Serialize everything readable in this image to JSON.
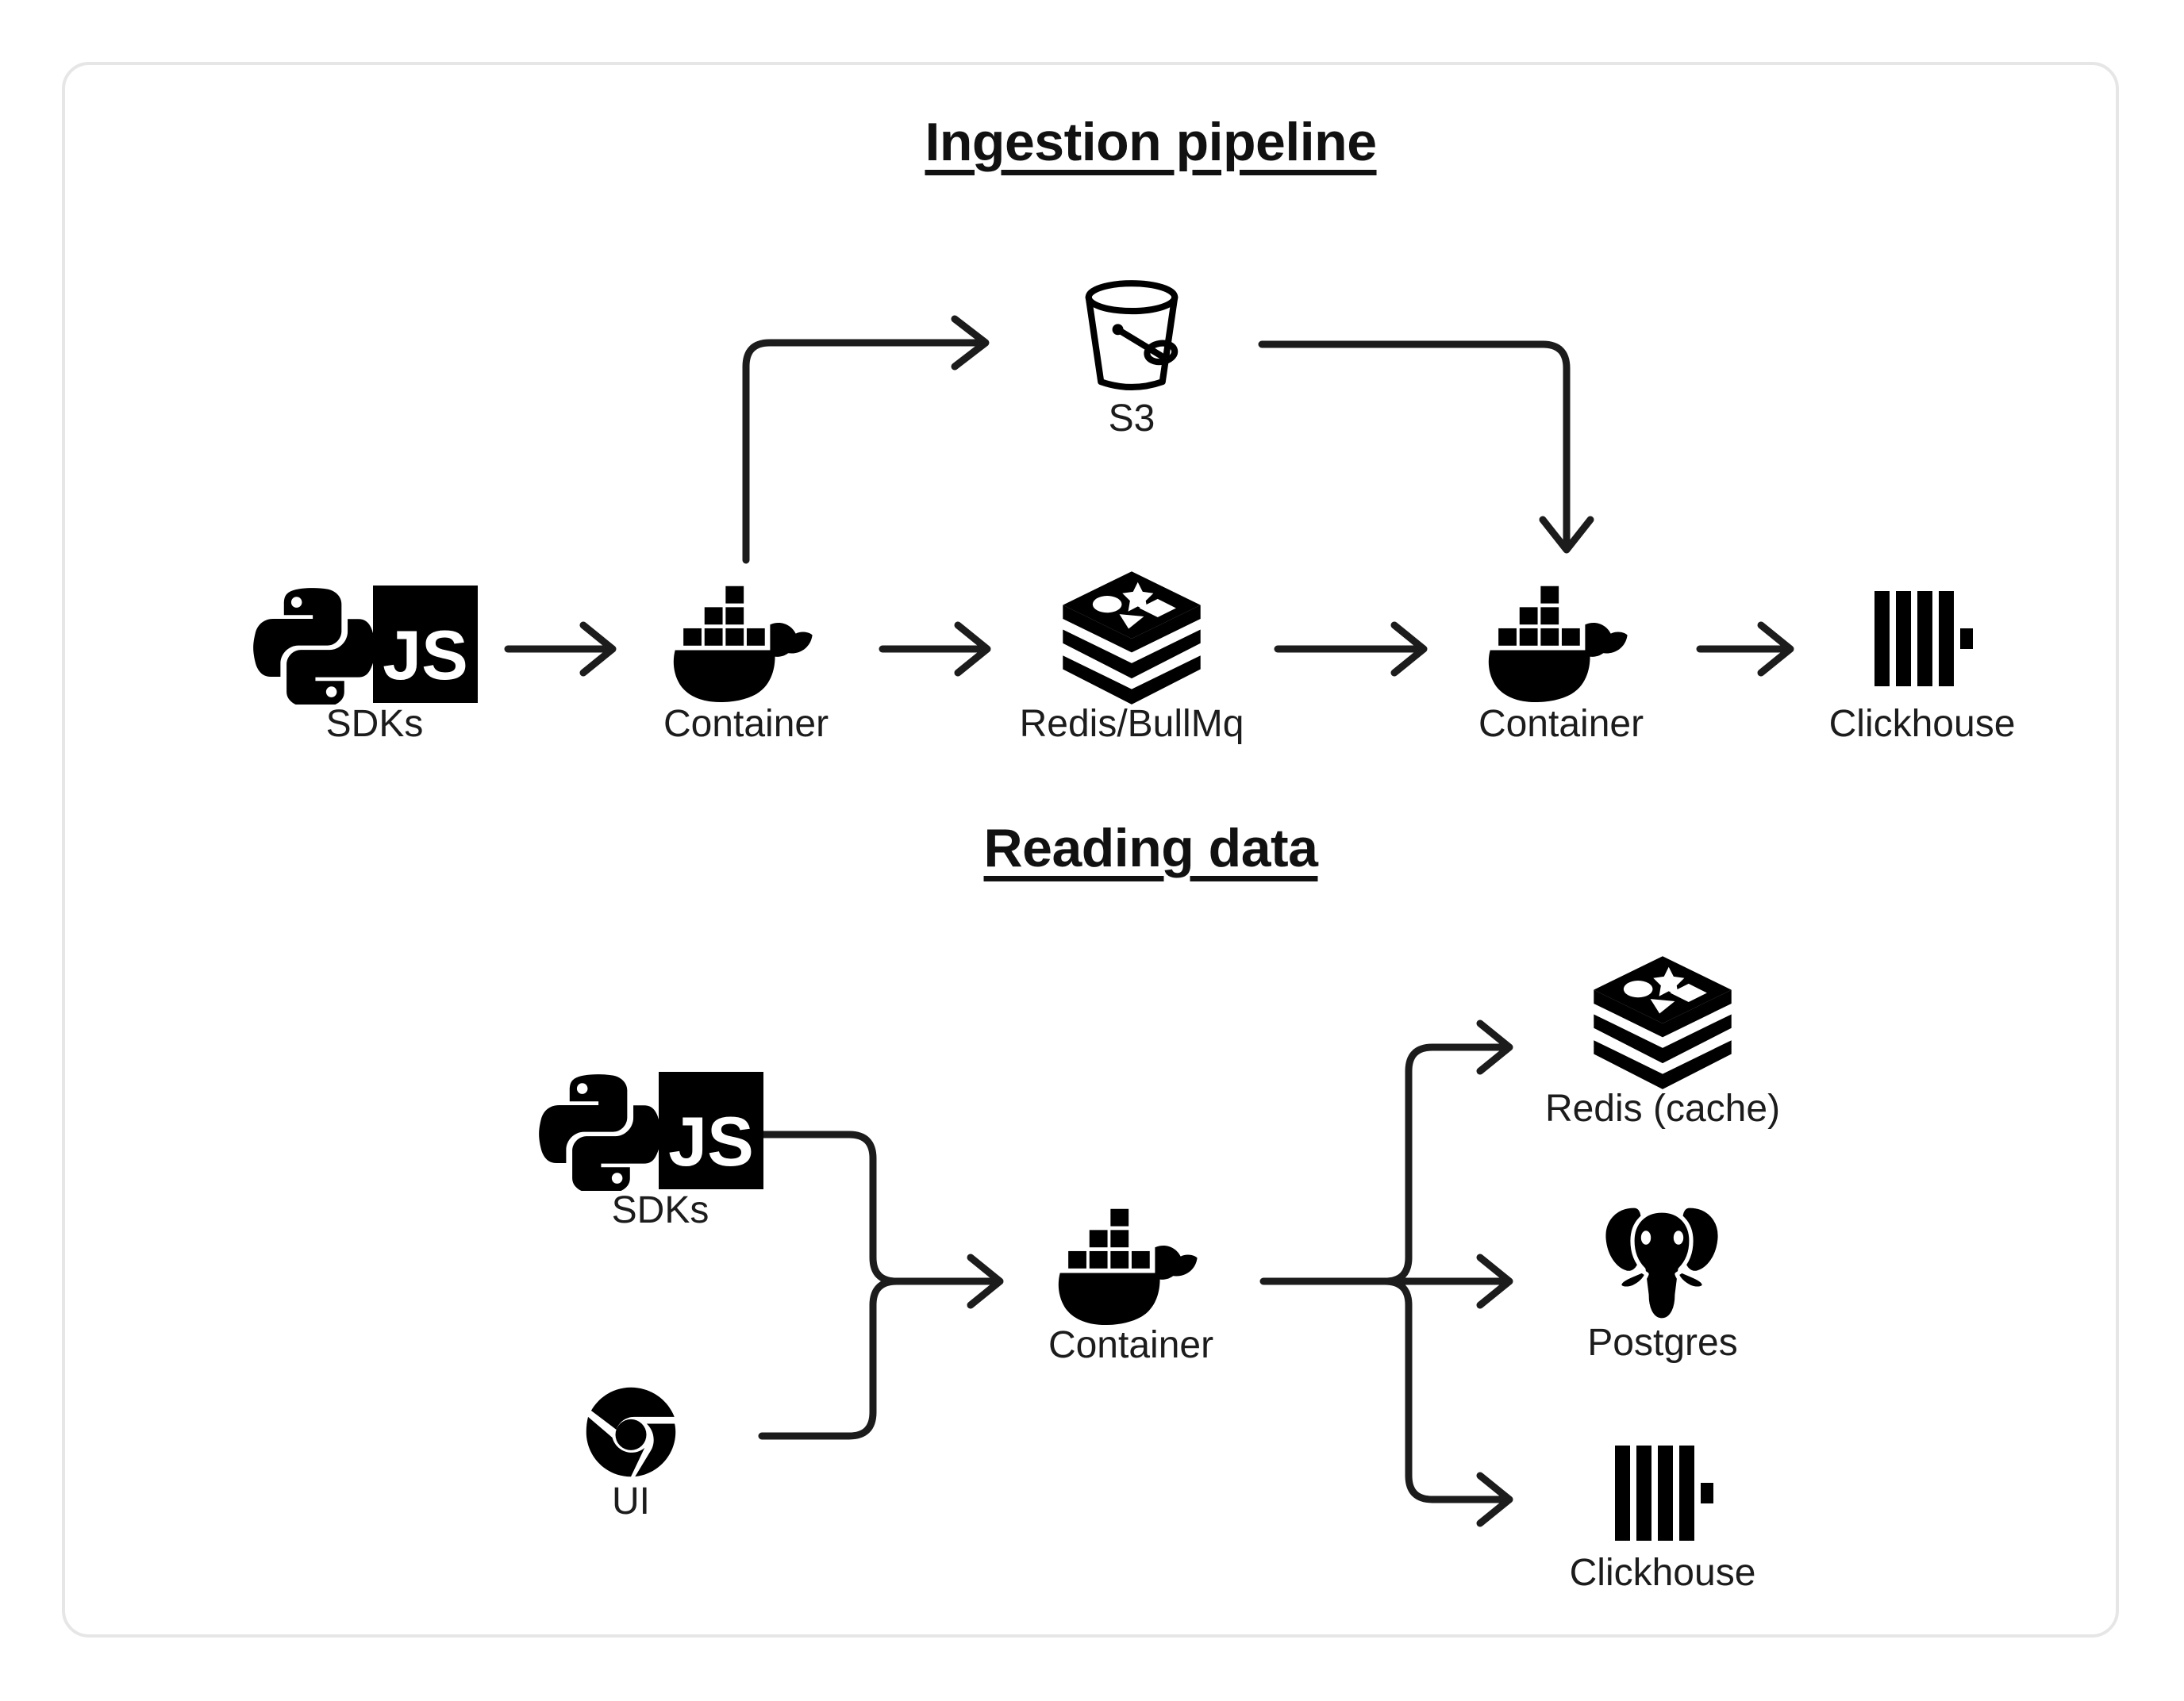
{
  "card": {
    "border_color": "#e6e6e6",
    "background": "#ffffff"
  },
  "theme": {
    "stroke": "#1c1c1c",
    "text": "#1c1c1c",
    "icon": "#000000"
  },
  "sections": [
    {
      "id": "ingestion",
      "title": "Ingestion pipeline",
      "nodes": [
        {
          "id": "sdks-1",
          "label": "SDKs",
          "icon": "python-js-sdk-icon"
        },
        {
          "id": "container-1",
          "label": "Container",
          "icon": "docker-whale-icon"
        },
        {
          "id": "s3",
          "label": "S3",
          "icon": "s3-bucket-icon"
        },
        {
          "id": "redis-bullmq",
          "label": "Redis/BullMq",
          "icon": "redis-stack-icon"
        },
        {
          "id": "container-2",
          "label": "Container",
          "icon": "docker-whale-icon"
        },
        {
          "id": "clickhouse-1",
          "label": "Clickhouse",
          "icon": "clickhouse-bars-icon"
        }
      ],
      "edges": [
        {
          "from": "sdks-1",
          "to": "container-1",
          "kind": "straight"
        },
        {
          "from": "container-1",
          "to": "s3",
          "kind": "elbow-up-right"
        },
        {
          "from": "container-1",
          "to": "redis-bullmq",
          "kind": "straight"
        },
        {
          "from": "s3",
          "to": "container-2",
          "kind": "elbow-right-down"
        },
        {
          "from": "redis-bullmq",
          "to": "container-2",
          "kind": "straight"
        },
        {
          "from": "container-2",
          "to": "clickhouse-1",
          "kind": "straight"
        }
      ]
    },
    {
      "id": "reading",
      "title": "Reading data",
      "nodes": [
        {
          "id": "sdks-2",
          "label": "SDKs",
          "icon": "python-js-sdk-icon"
        },
        {
          "id": "ui",
          "label": "UI",
          "icon": "chrome-browser-icon"
        },
        {
          "id": "container-3",
          "label": "Container",
          "icon": "docker-whale-icon"
        },
        {
          "id": "redis-cache",
          "label": "Redis (cache)",
          "icon": "redis-stack-icon"
        },
        {
          "id": "postgres",
          "label": "Postgres",
          "icon": "postgres-elephant-icon"
        },
        {
          "id": "clickhouse-2",
          "label": "Clickhouse",
          "icon": "clickhouse-bars-icon"
        }
      ],
      "edges": [
        {
          "from": "sdks-2",
          "to": "container-3",
          "kind": "merge"
        },
        {
          "from": "ui",
          "to": "container-3",
          "kind": "merge"
        },
        {
          "from": "container-3",
          "to": "redis-cache",
          "kind": "fan-up"
        },
        {
          "from": "container-3",
          "to": "postgres",
          "kind": "fan-straight"
        },
        {
          "from": "container-3",
          "to": "clickhouse-2",
          "kind": "fan-down"
        }
      ]
    }
  ],
  "icon_text": {
    "js_badge": "JS"
  }
}
